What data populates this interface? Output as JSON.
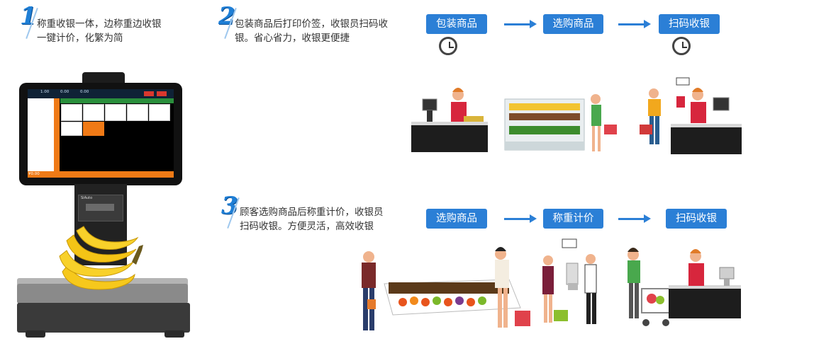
{
  "sections": [
    {
      "number": "1",
      "lines": [
        "称重收银一体，边称重边收银",
        "一键计价，化繁为简"
      ]
    },
    {
      "number": "2",
      "lines": [
        "包装商品后打印价签，收银员扫码收",
        "银。省心省力，收银更便捷"
      ]
    },
    {
      "number": "3",
      "lines": [
        "顾客选购商品后称重计价，收银员",
        "扫码收银。方便灵活，高效收银"
      ]
    }
  ],
  "flow_packaged": [
    "包装商品",
    "选购商品",
    "扫码收银"
  ],
  "flow_weighing": [
    "选购商品",
    "称重计价",
    "扫码收银"
  ],
  "device": {
    "screen_stats": [
      "1.00",
      "0.00",
      "0.00"
    ],
    "screen_total": "¥0.00",
    "brand_label": "SiAuto"
  },
  "colors": {
    "accent": "#2b7fd6",
    "screen_orange": "#f07a16",
    "screen_green": "#2a8f3c"
  },
  "icons": [
    "clock-icon",
    "arrow-right-icon"
  ]
}
